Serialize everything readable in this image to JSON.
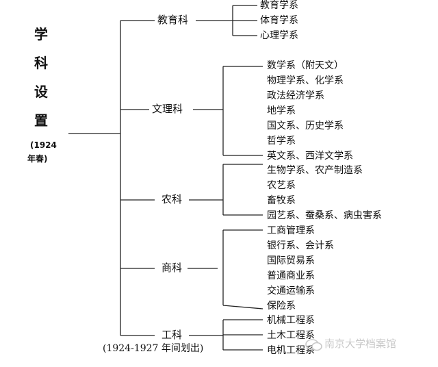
{
  "title": {
    "chars": [
      "学",
      "科",
      "设",
      "置"
    ],
    "year_line1": "(1924",
    "year_line2": "年春)"
  },
  "faculties": [
    {
      "name": "教育科",
      "departments": [
        "教育学系",
        "体育学系",
        "心理学系"
      ]
    },
    {
      "name": "文理科",
      "departments": [
        "数学系（附天文）",
        "物理学系、化学系",
        "政法经济学系",
        "地学系",
        "国文系、历史学系",
        "哲学系",
        "英文系、西洋文学系"
      ]
    },
    {
      "name": "农科",
      "departments": [
        "生物学系、农产制造系",
        "农艺系",
        "畜牧系",
        "园艺系、蚕桑系、病虫害系"
      ]
    },
    {
      "name": "商科",
      "departments": [
        "工商管理系",
        "银行系、会计系",
        "国际贸易系",
        "普通商业系",
        "交通运输系",
        "保险系"
      ]
    },
    {
      "name": "工科",
      "departments": [
        "机械工程系",
        "土木工程系",
        "电机工程系"
      ]
    }
  ],
  "engineering_note": "(1924-1927 年间划出)",
  "watermark": "南京大学档案馆"
}
